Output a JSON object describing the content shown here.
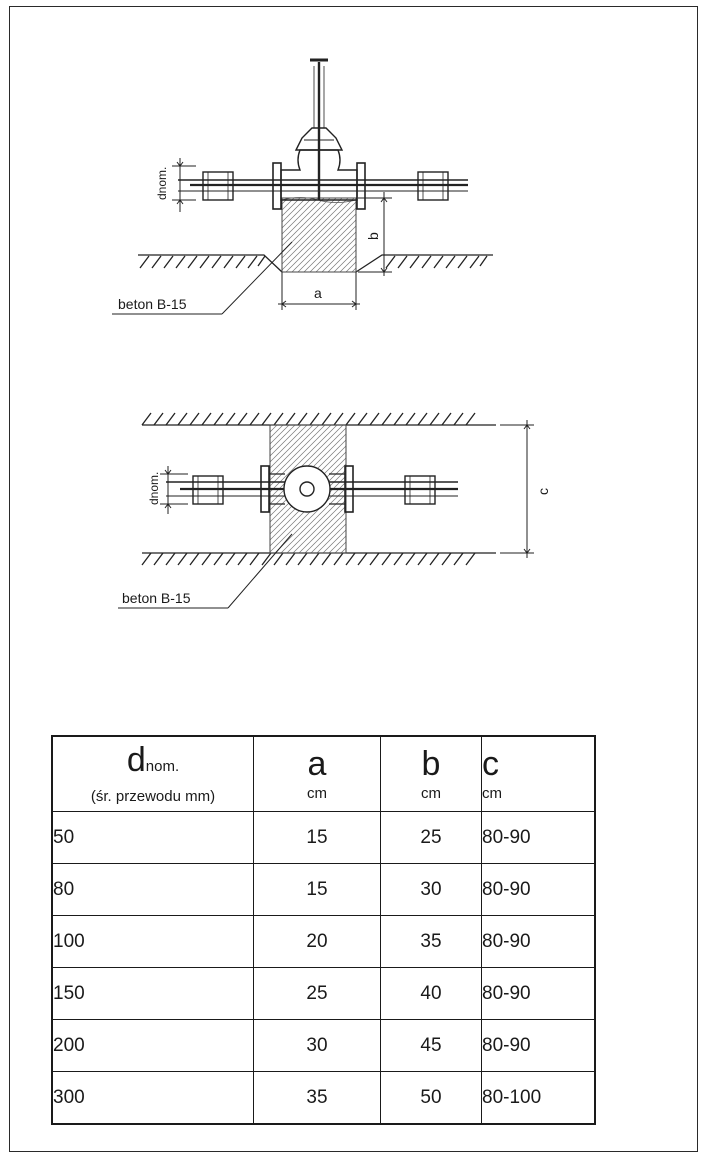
{
  "side_view": {
    "label_dnom": "dnom.",
    "label_b": "b",
    "label_a": "a",
    "callout": "beton B-15"
  },
  "top_view": {
    "label_dnom": "dnom.",
    "label_c": "c",
    "callout": "beton B-15"
  },
  "table": {
    "headers": [
      {
        "symbol": "d",
        "subscript": "nom.",
        "unit": "(śr. przewodu mm)"
      },
      {
        "symbol": "a",
        "unit": "cm"
      },
      {
        "symbol": "b",
        "unit": "cm"
      },
      {
        "symbol": "c",
        "unit": "cm"
      }
    ],
    "rows": [
      [
        "50",
        "15",
        "25",
        "80-90"
      ],
      [
        "80",
        "15",
        "30",
        "80-90"
      ],
      [
        "100",
        "20",
        "35",
        "80-90"
      ],
      [
        "150",
        "25",
        "40",
        "80-90"
      ],
      [
        "200",
        "30",
        "45",
        "80-90"
      ],
      [
        "300",
        "35",
        "50",
        "80-100"
      ]
    ]
  }
}
